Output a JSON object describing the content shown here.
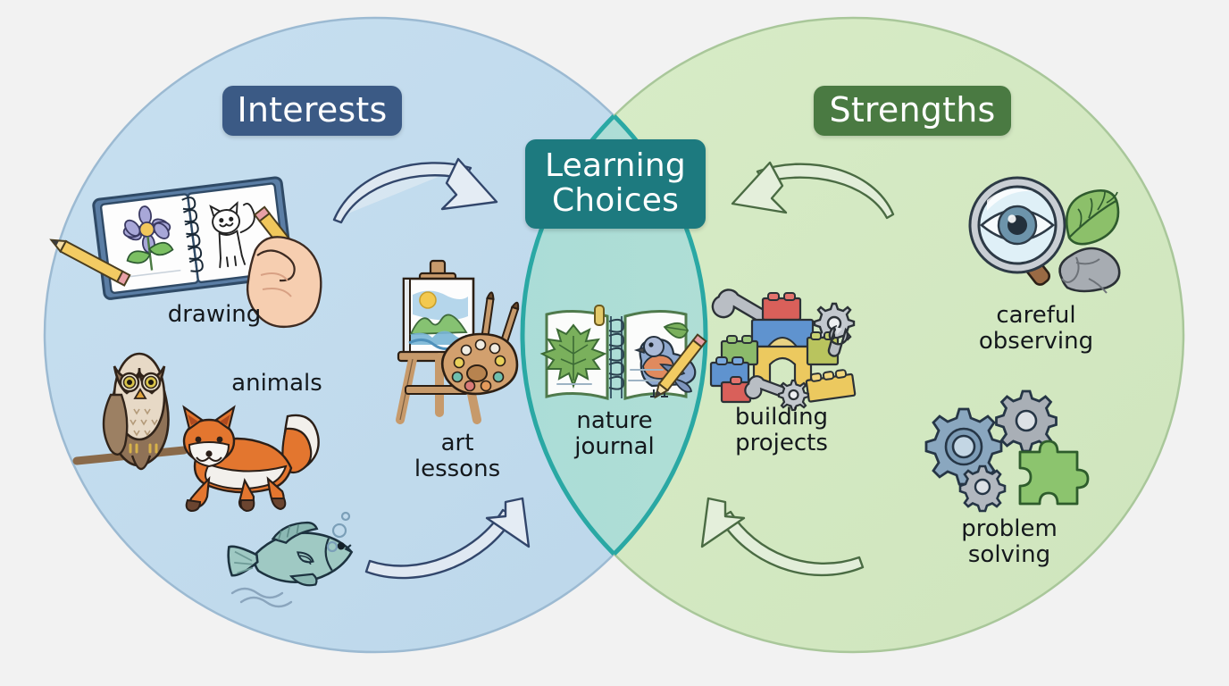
{
  "diagram": {
    "type": "venn",
    "background_color": "#f2f2f2",
    "circles": [
      {
        "id": "interests",
        "label": "Interests",
        "fill": "#c3dcee",
        "stroke": "#9ab8cf",
        "pill_color": "#3b5a85"
      },
      {
        "id": "strengths",
        "label": "Strengths",
        "fill": "#d4e8c4",
        "stroke": "#a9c79a",
        "pill_color": "#4a7a42"
      }
    ],
    "overlap": {
      "label": "Learning\nChoices",
      "fill": "#a7dbd8",
      "stroke": "#2aa3a3",
      "pill_color": "#1d7a7f"
    }
  },
  "left_items": [
    {
      "label": "drawing",
      "icon": "notebook-drawing-icon"
    },
    {
      "label": "animals",
      "icon": "owl-fox-icon"
    },
    {
      "label": "",
      "icon": "fish-icon"
    }
  ],
  "center_items": [
    {
      "label": "art\nlessons",
      "icon": "easel-palette-icon"
    },
    {
      "label": "nature\njournal",
      "icon": "nature-journal-icon"
    },
    {
      "label": "building\nprojects",
      "icon": "building-blocks-icon"
    }
  ],
  "right_items": [
    {
      "label": "careful\nobserving",
      "icon": "magnifier-eye-icon"
    },
    {
      "label": "problem\nsolving",
      "icon": "gears-puzzle-icon"
    }
  ],
  "arrows": [
    {
      "id": "top-left-arrow",
      "direction": "right-into-center",
      "color": "#32466b"
    },
    {
      "id": "top-right-arrow",
      "direction": "left-into-center",
      "color": "#4a6b43"
    },
    {
      "id": "bottom-left-arrow",
      "direction": "up-right-into-center",
      "color": "#32466b"
    },
    {
      "id": "bottom-right-arrow",
      "direction": "up-left-into-center",
      "color": "#4a6b43"
    }
  ]
}
